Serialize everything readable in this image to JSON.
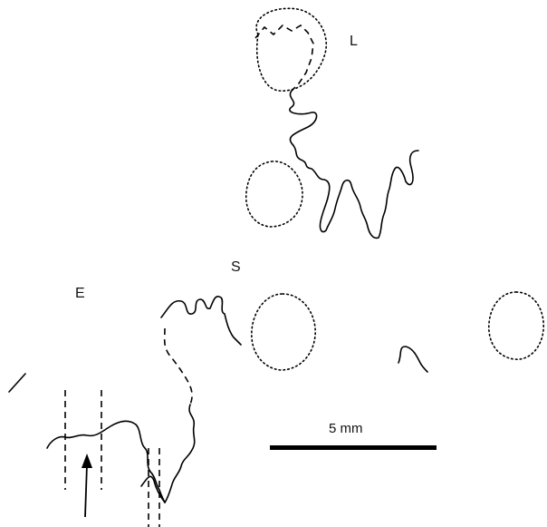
{
  "labels": {
    "L": "L",
    "S": "S",
    "E": "E"
  },
  "scale_bar": {
    "label": "5 mm"
  },
  "colors": {
    "line": "#000000",
    "background": "#ffffff"
  }
}
